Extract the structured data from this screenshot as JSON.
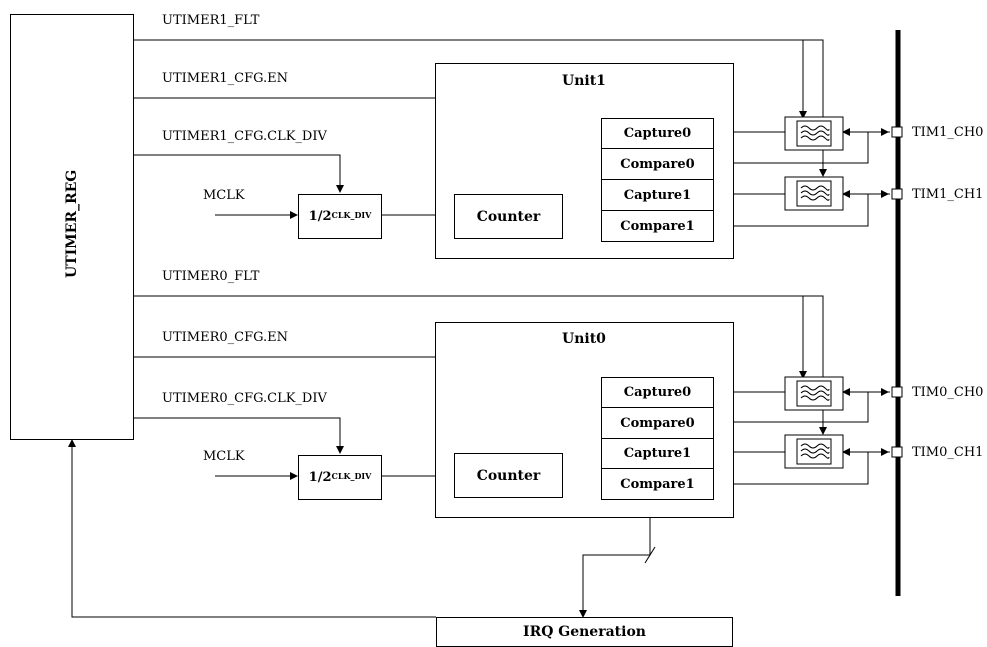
{
  "reg_block": {
    "label": "UTIMER_REG"
  },
  "signals": {
    "u1_flt": "UTIMER1_FLT",
    "u1_en": "UTIMER1_CFG.EN",
    "u1_div": "UTIMER1_CFG.CLK_DIV",
    "u1_mclk": "MCLK",
    "u0_flt": "UTIMER0_FLT",
    "u0_en": "UTIMER0_CFG.EN",
    "u0_div": "UTIMER0_CFG.CLK_DIV",
    "u0_mclk": "MCLK"
  },
  "unit1": {
    "title": "Unit1",
    "counter": "Counter",
    "divider_base": "1/2",
    "divider_exp": "CLK_DIV",
    "cells": [
      "Capture0",
      "Compare0",
      "Capture1",
      "Compare1"
    ]
  },
  "unit0": {
    "title": "Unit0",
    "counter": "Counter",
    "divider_base": "1/2",
    "divider_exp": "CLK_DIV",
    "cells": [
      "Capture0",
      "Compare0",
      "Capture1",
      "Compare1"
    ]
  },
  "channels": [
    "TIM1_CH0",
    "TIM1_CH1",
    "TIM0_CH0",
    "TIM0_CH1"
  ],
  "irq": {
    "label": "IRQ Generation"
  }
}
